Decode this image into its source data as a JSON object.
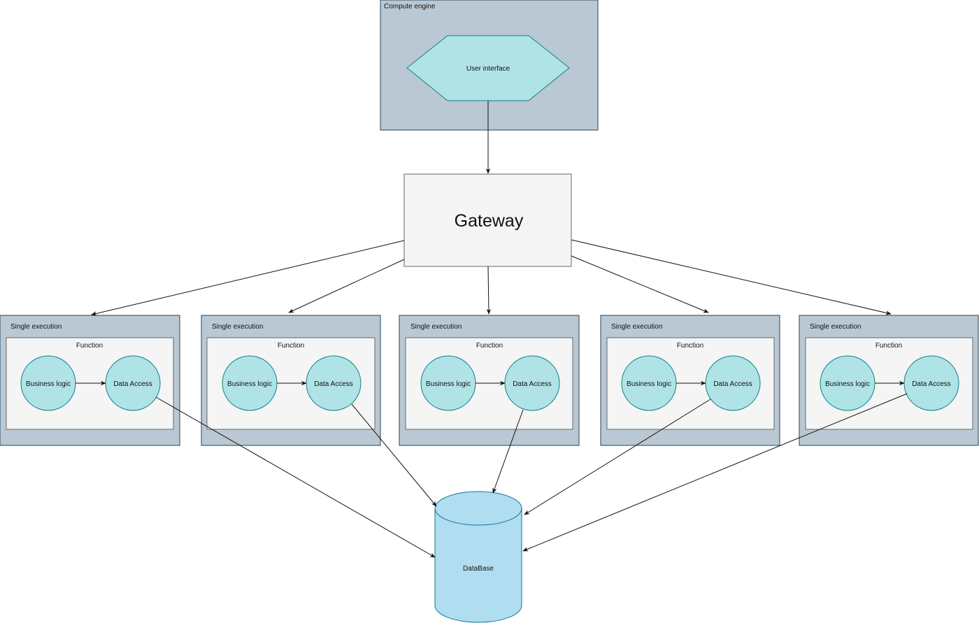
{
  "compute_engine": {
    "label": "Compute engine"
  },
  "user_interface": {
    "label": "User interface"
  },
  "gateway": {
    "label": "Gateway"
  },
  "executions": [
    {
      "label": "Single execution",
      "function_label": "Function",
      "business_logic": "Business logic",
      "data_access": "Data Access"
    },
    {
      "label": "Single execution",
      "function_label": "Function",
      "business_logic": "Business logic",
      "data_access": "Data Access"
    },
    {
      "label": "Single execution",
      "function_label": "Function",
      "business_logic": "Business logic",
      "data_access": "Data Access"
    },
    {
      "label": "Single execution",
      "function_label": "Function",
      "business_logic": "Business logic",
      "data_access": "Data Access"
    },
    {
      "label": "Single execution",
      "function_label": "Function",
      "business_logic": "Business logic",
      "data_access": "Data Access"
    }
  ],
  "database": {
    "label": "DataBase"
  },
  "colors": {
    "container_fill": "#bac8d3",
    "container_stroke": "#23445d",
    "node_fill": "#b0e3e6",
    "node_stroke": "#0e8088",
    "gateway_fill": "#f5f5f5",
    "gateway_stroke": "#666666",
    "function_fill": "#f5f5f5",
    "database_fill": "#b1ddf0",
    "database_stroke": "#10739e"
  },
  "icons": {
    "edge_arrow": "arrowhead-icon"
  }
}
